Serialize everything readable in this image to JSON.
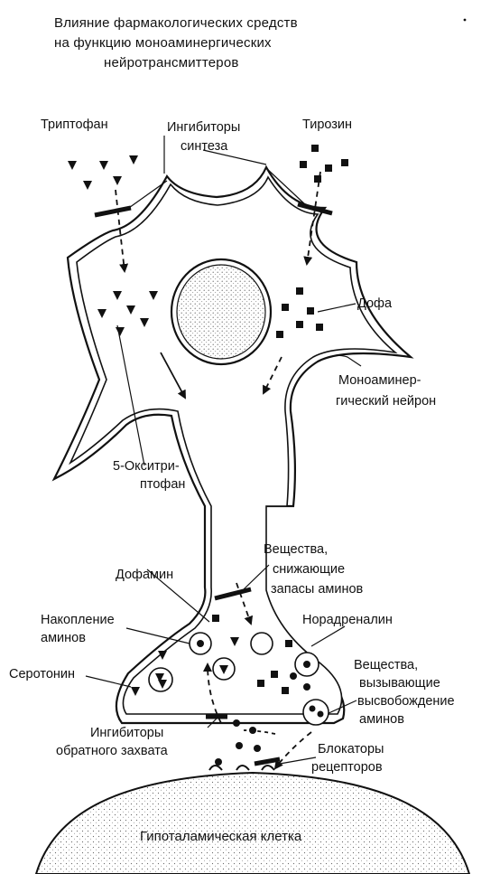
{
  "title": {
    "line1": "Влияние фармакологических средств",
    "line2": "на функцию моноаминергических",
    "line3": "нейротрансмиттеров"
  },
  "labels": {
    "tryptophan": "Триптофан",
    "inhibitors_synth_1": "Ингибиторы",
    "inhibitors_synth_2": "синтеза",
    "tyrosine": "Тирозин",
    "dopa": "Дофа",
    "neuron_1": "Моноаминер-",
    "neuron_2": "гический нейрон",
    "hydroxytryptophan_1": "5-Окситри-",
    "hydroxytryptophan_2": "птофан",
    "depleting_1": "Вещества,",
    "depleting_2": "снижающие",
    "depleting_3": "запасы аминов",
    "dopamine": "Дофамин",
    "accumulation_1": "Накопление",
    "accumulation_2": "аминов",
    "noradrenaline": "Норадреналин",
    "serotonin": "Серотонин",
    "releasing_1": "Вещества,",
    "releasing_2": "вызывающие",
    "releasing_3": "высвобождение",
    "releasing_4": "аминов",
    "reuptake_1": "Ингибиторы",
    "reuptake_2": "обратного захвата",
    "blockers_1": "Блокаторы",
    "blockers_2": "рецепторов",
    "target_cell": "Гипоталамическая клетка"
  },
  "colors": {
    "ink": "#111111",
    "background": "#ffffff",
    "nucleus_fill": "#e6e6e6",
    "target_fill": "#ececec"
  }
}
